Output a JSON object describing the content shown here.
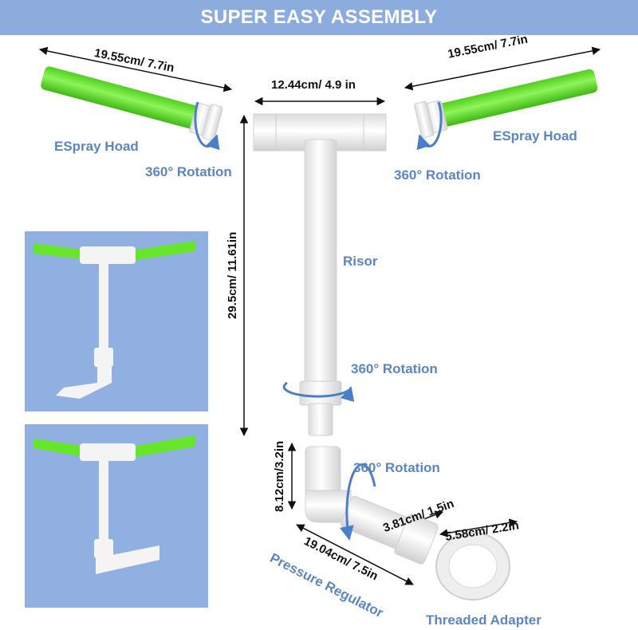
{
  "title": "SUPER EASY ASSEMBLY",
  "colors": {
    "banner": "#8dacde",
    "accent_text": "#5b86c0",
    "spray_green": "#66e52a",
    "pipe_white": "#f4f4f4",
    "photo_bg": "#8fb0e0"
  },
  "labels": {
    "left_head_length": "19.55cm/ 7.7in",
    "right_head_length": "19.55cm/ 7.7in",
    "tee_width": "12.44cm/ 4.9 in",
    "left_head_name": "ESpray Hoad",
    "right_head_name": "ESpray Hoad",
    "left_head_rotation": "360° Rotation",
    "right_head_rotation": "360° Rotation",
    "riser_height": "29.5cm/ 11.61in",
    "riser_name": "Risor",
    "riser_rotation": "360° Rotation",
    "elbow_height": "8.12cm/3.2in",
    "elbow_rotation": "360° Rotation",
    "regulator_diameter": "3.81cm/ 1.5in",
    "adapter_diameter": "5.58cm/ 2.2in",
    "regulator_length": "19.04cm/ 7.5in",
    "regulator_name": "Pressure Regulator",
    "adapter_name": "Threaded Adapter"
  },
  "icons": [
    "rotation-arrow-icon",
    "dimension-arrow-icon"
  ]
}
